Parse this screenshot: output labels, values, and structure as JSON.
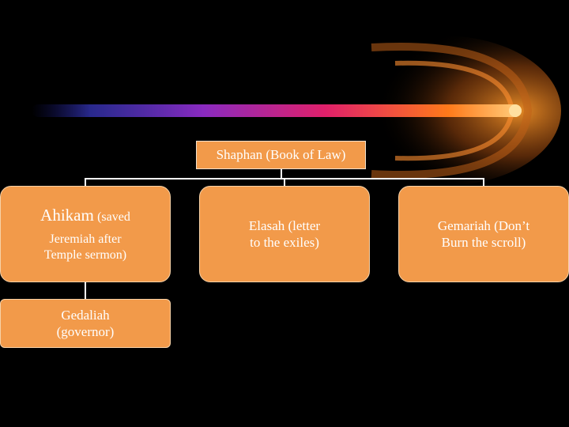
{
  "colors": {
    "background": "#000000",
    "box_fill": "#f29a4a",
    "text": "#ffffff",
    "accent": "#ff8c1a"
  },
  "root": {
    "label": "Shaphan (Book of Law)"
  },
  "children": [
    {
      "name": "Ahikam",
      "note": "(saved",
      "line2": "Jeremiah after",
      "line3": "Temple sermon)"
    },
    {
      "line1": "Elasah (letter",
      "line2": "to the exiles)"
    },
    {
      "line1": "Gemariah (Don’t",
      "line2": "Burn the scroll)"
    }
  ],
  "grandchild": {
    "line1": "Gedaliah",
    "line2": "(governor)"
  }
}
